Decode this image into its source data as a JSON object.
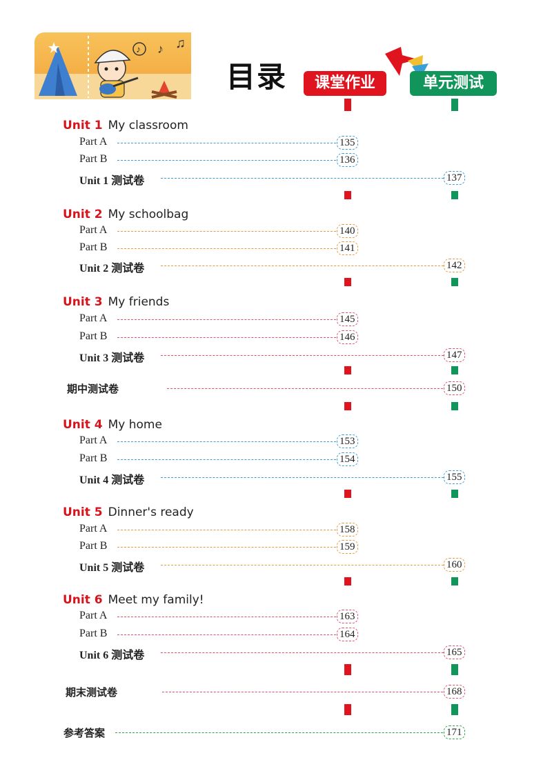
{
  "header": {
    "title": "目录",
    "col_red_label": "课堂作业",
    "col_green_label": "单元测试"
  },
  "units": [
    {
      "num": "Unit 1",
      "name": "My classroom",
      "part_a": "Part A",
      "page_a": "135",
      "part_b": "Part B",
      "page_b": "136",
      "test_label": "Unit 1 测试卷",
      "test_page": "137"
    },
    {
      "num": "Unit 2",
      "name": "My schoolbag",
      "part_a": "Part A",
      "page_a": "140",
      "part_b": "Part B",
      "page_b": "141",
      "test_label": "Unit 2 测试卷",
      "test_page": "142"
    },
    {
      "num": "Unit 3",
      "name": "My friends",
      "part_a": "Part A",
      "page_a": "145",
      "part_b": "Part B",
      "page_b": "146",
      "test_label": "Unit 3 测试卷",
      "test_page": "147"
    },
    {
      "num": "Unit 4",
      "name": "My home",
      "part_a": "Part A",
      "page_a": "153",
      "part_b": "Part B",
      "page_b": "154",
      "test_label": "Unit 4 测试卷",
      "test_page": "155"
    },
    {
      "num": "Unit 5",
      "name": "Dinner's ready",
      "part_a": "Part A",
      "page_a": "158",
      "part_b": "Part B",
      "page_b": "159",
      "test_label": "Unit 5 测试卷",
      "test_page": "160"
    },
    {
      "num": "Unit 6",
      "name": "Meet my family!",
      "part_a": "Part A",
      "page_a": "163",
      "part_b": "Part B",
      "page_b": "164",
      "test_label": "Unit 6 测试卷",
      "test_page": "165"
    }
  ],
  "midterm": {
    "label": "期中测试卷",
    "page": "150"
  },
  "final": {
    "label": "期末测试卷",
    "page": "168"
  },
  "answers": {
    "label": "参考答案",
    "page": "171"
  },
  "colors": {
    "red": "#e0141e",
    "green": "#12955a",
    "unit_red": "#d6141c"
  }
}
